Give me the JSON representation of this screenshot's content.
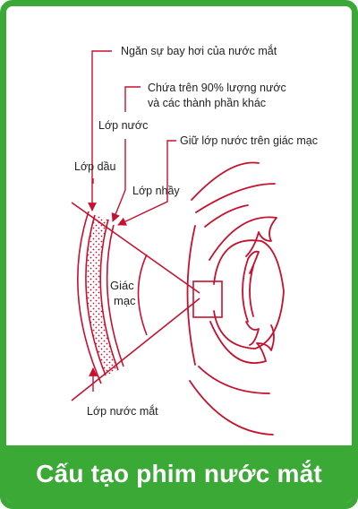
{
  "colors": {
    "accent": "#3aa935",
    "line": "#c8102e",
    "text": "#222222",
    "caption_text": "#ffffff"
  },
  "labels": {
    "evaporation": "Ngăn sự bay hơi của nước mắt",
    "water_contains_1": "Chứa trên 90% lượng nước",
    "water_contains_2": "và các thành phần khác",
    "water_layer": "Lớp nước",
    "keeps_water": "Giữ lớp nước trên giác mạc",
    "oil_layer": "Lớp dầu",
    "mucus_layer": "Lớp nhầy",
    "cornea_1": "Giác",
    "cornea_2": "mạc",
    "tear_layer": "Lớp nước mắt"
  },
  "caption": "Cấu tạo phim nước mắt"
}
